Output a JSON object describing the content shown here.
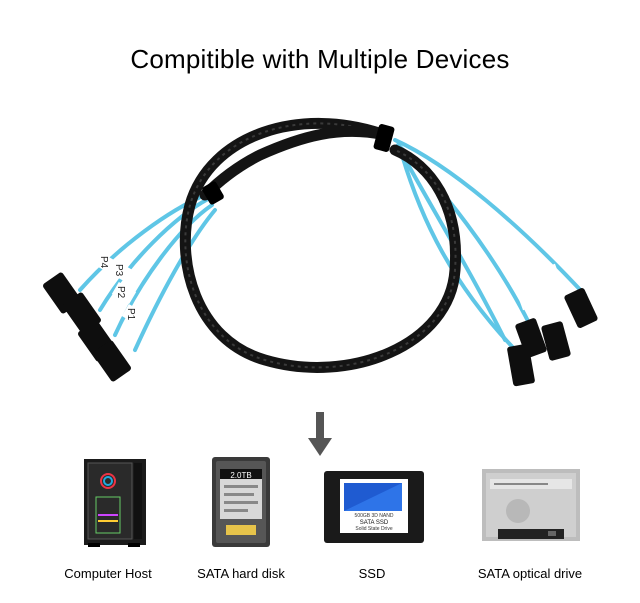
{
  "title": "Compitible with Multiple Devices",
  "connectors": {
    "left": [
      "P4",
      "P3",
      "P2",
      "P1"
    ]
  },
  "devices": [
    {
      "label": "Computer Host",
      "icon": "pc-tower-icon"
    },
    {
      "label": "SATA hard disk",
      "icon": "hard-disk-icon",
      "sticker": "2.0TB"
    },
    {
      "label": "SSD",
      "icon": "ssd-icon",
      "sticker_lines": [
        "500GB 3D NAND",
        "SATA SSD",
        "Solid State Drive"
      ]
    },
    {
      "label": "SATA optical drive",
      "icon": "optical-drive-icon"
    }
  ],
  "colors": {
    "cable_blue": "#5fc6e6",
    "sleeve": "#111111",
    "ssd_blue": "#1f5bd1"
  }
}
